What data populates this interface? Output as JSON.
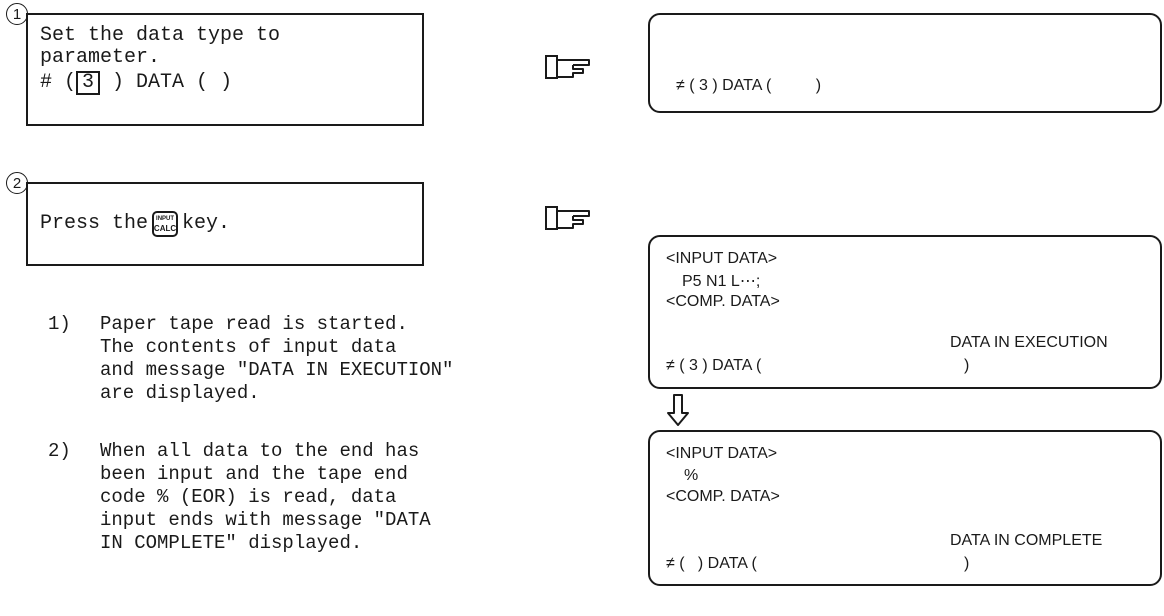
{
  "step1": {
    "number": "1",
    "instruction_line1": "Set the data type to",
    "instruction_line2": "parameter.",
    "cmd_prefix": "# (",
    "cmd_value": "3",
    "cmd_suffix": ") DATA (  )",
    "screen_line": "≠ ( 3 ) DATA (          )"
  },
  "step2": {
    "number": "2",
    "press_before": "Press the",
    "key_top": "INPUT",
    "key_bottom": "CALC",
    "press_after": "key.",
    "screen_a": {
      "l1": "<INPUT DATA>",
      "l2": "P5 N1 L⋯;",
      "l3": "<COMP. DATA>",
      "msg": "DATA IN EXECUTION",
      "cmd_left": "≠ ( 3 ) DATA (",
      "cmd_right": ")"
    },
    "screen_b": {
      "l1": "<INPUT DATA>",
      "l2": "%",
      "l3": "<COMP. DATA>",
      "msg": "DATA IN COMPLETE",
      "cmd_left": "≠ (   ) DATA (",
      "cmd_right": ")"
    }
  },
  "notes": {
    "n1_label": "1)",
    "n1_l1": "Paper tape read is started.",
    "n1_l2": "The contents of input data",
    "n1_l3": "and message \"DATA IN EXECUTION\"",
    "n1_l4": "are displayed.",
    "n2_label": "2)",
    "n2_l1": "When all data to the end has",
    "n2_l2": "been input and the tape end",
    "n2_l3": "code % (EOR) is read, data",
    "n2_l4": "input ends with message \"DATA",
    "n2_l5": "IN COMPLETE\" displayed."
  },
  "icons": {
    "pointer": "pointing-hand-icon",
    "arrow": "down-arrow-icon"
  }
}
